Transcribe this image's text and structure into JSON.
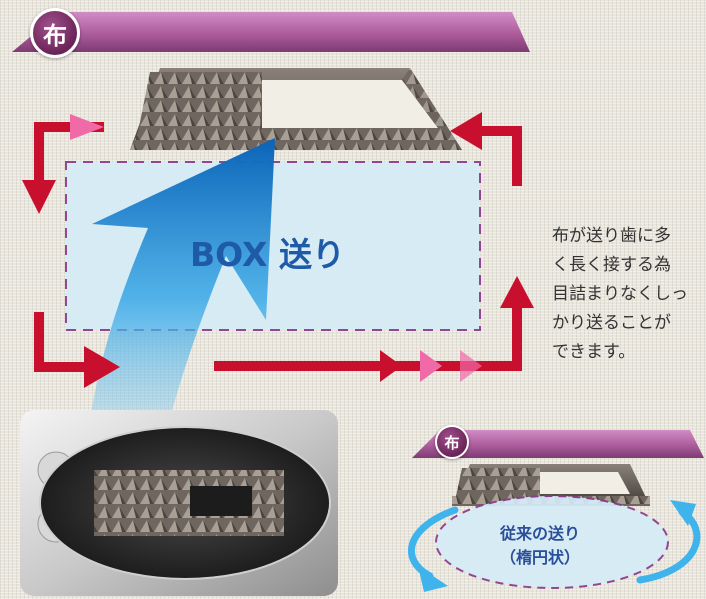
{
  "labels": {
    "fabric_badge": "布",
    "fabric_badge_small": "布",
    "box_feed": "BOX 送り",
    "conventional_title": "従来の送り",
    "conventional_sub": "（楕円状）"
  },
  "description_lines": [
    "布が送り歯に多",
    "く長く接する為",
    "目詰まりなくしっ",
    "かり送ることが",
    "できます。"
  ],
  "colors": {
    "fabric": "#b0609f",
    "arrow_red": "#c8102e",
    "arrow_pink": "#f06aa8",
    "box_fill": "#d6ecf8",
    "box_border": "#8a3a8c",
    "label_blue": "#1f5aa8",
    "conventional_arrow": "#3fb4ec"
  }
}
